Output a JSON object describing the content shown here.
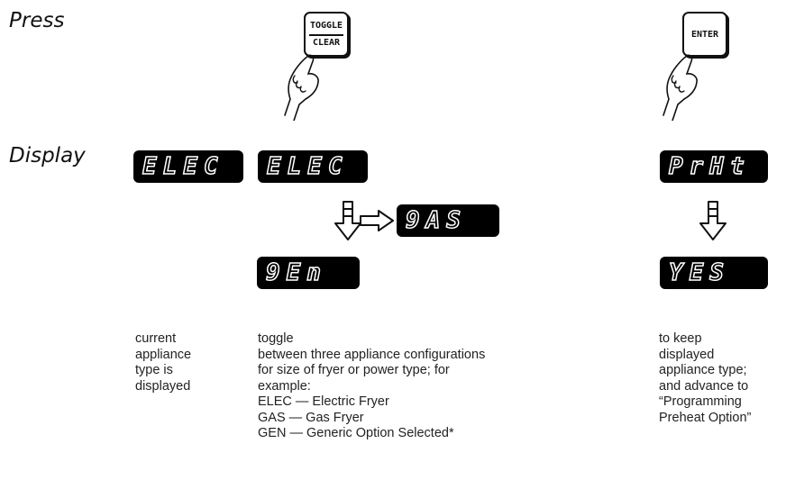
{
  "labels": {
    "press": "Press",
    "display": "Display"
  },
  "keys": {
    "toggle_clear": {
      "top": "TOGGLE",
      "bottom": "CLEAR"
    },
    "enter": {
      "label": "ENTER"
    }
  },
  "displays": {
    "current": "ELEC",
    "toggle_start": "ELEC",
    "gas": "9AS",
    "gen": "9En",
    "enter_start": "PrHt",
    "enter_result": "YES"
  },
  "icons": [
    "pointing-hand-icon",
    "down-arrow-icon",
    "right-arrow-icon"
  ],
  "descriptions": {
    "current": [
      "current",
      "appliance",
      "type is",
      "displayed"
    ],
    "toggle": [
      "toggle",
      "between three appliance configurations",
      "for size of fryer or power type; for",
      "example:",
      "ELEC — Electric Fryer",
      "GAS — Gas Fryer",
      "GEN — Generic Option Selected*"
    ],
    "enter": [
      "to keep",
      "displayed",
      "appliance type;",
      "and advance to",
      "“Programming",
      "Preheat Option”"
    ]
  }
}
